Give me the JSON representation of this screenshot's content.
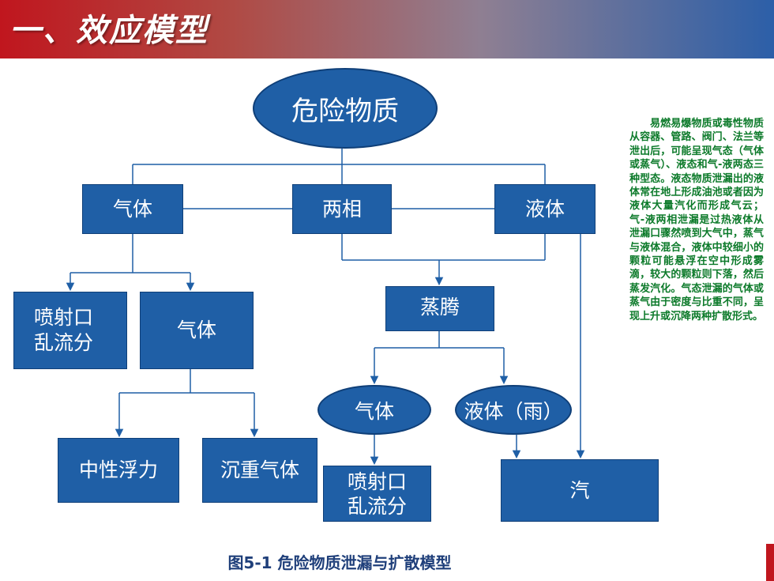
{
  "header": {
    "title": "一、效应模型"
  },
  "diagram": {
    "root": "危险物质",
    "gas": "气体",
    "two_phase": "两相",
    "liquid": "液体",
    "jet_turbulence_left": "喷射口\n乱流分",
    "gas_sub": "气体",
    "neutral_buoyancy": "中性浮力",
    "heavy_gas": "沉重气体",
    "boiling": "蒸腾",
    "gas_ellipse": "气体",
    "liquid_rain_ellipse": "液体（雨）",
    "jet_turbulence_bottom": "喷射口\n乱流分",
    "vapor": "汽"
  },
  "note": {
    "text": "易燃易爆物质或毒性物质从容器、管路、阀门、法兰等泄出后，可能呈现气态（气体或蒸气）、液态和气-液两态三种型态。液态物质泄漏出的液体常在地上形成油池或者因为液体大量汽化而形成气云；气-液两相泄漏是过热液体从泄漏口骤然喷到大气中，蒸气与液体混合，液体中较细小的颗粒可能悬浮在空中形成雾滴，较大的颗粒则下落，然后蒸发汽化。气态泄漏的气体或蒸气由于密度与比重不同，呈现上升或沉降两种扩散形式。"
  },
  "caption": "图5-1 危险物质泄漏与扩散模型",
  "colors": {
    "box_fill": "#1f5fa6",
    "line": "#1f5fa6",
    "note_text": "#0c7a2a",
    "caption_text": "#1f3f7a"
  }
}
